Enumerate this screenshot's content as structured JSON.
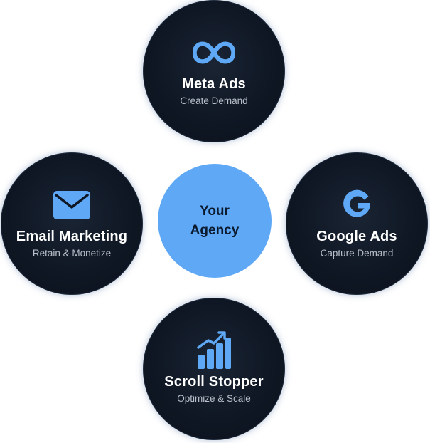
{
  "center": {
    "label": "Your Agency",
    "color": "#5ea8f6"
  },
  "nodes": [
    {
      "id": "meta",
      "title": "Meta Ads",
      "subtitle": "Create Demand",
      "icon": "infinity-icon"
    },
    {
      "id": "email",
      "title": "Email Marketing",
      "subtitle": "Retain & Monetize",
      "icon": "envelope-icon"
    },
    {
      "id": "google",
      "title": "Google Ads",
      "subtitle": "Capture Demand",
      "icon": "google-g-icon"
    },
    {
      "id": "scroll",
      "title": "Scroll Stopper",
      "subtitle": "Optimize & Scale",
      "icon": "growth-chart-icon"
    }
  ],
  "colors": {
    "accent": "#5ea8f6",
    "node_background": "#0f1724",
    "title_text": "#ffffff",
    "subtitle_text": "#b9c0cb"
  }
}
